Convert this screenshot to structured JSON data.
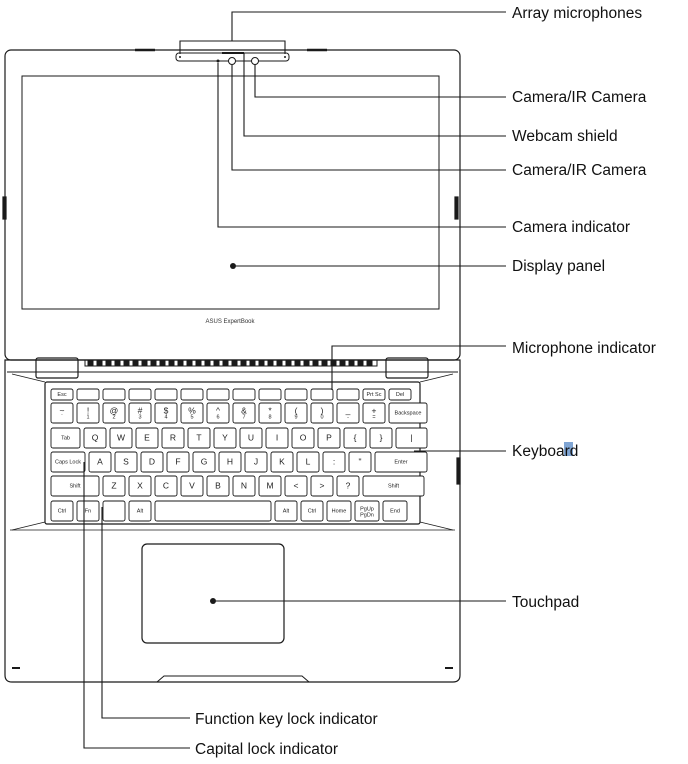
{
  "labels": {
    "array_microphones": "Array microphones",
    "camera_ir_top": "Camera/IR Camera",
    "webcam_shield": "Webcam shield",
    "camera_ir_bottom": "Camera/IR Camera",
    "camera_indicator": "Camera indicator",
    "display_panel": "Display panel",
    "microphone_indicator": "Microphone indicator",
    "keyboard": "Keyboard",
    "touchpad": "Touchpad",
    "function_key_lock_indicator": "Function key lock indicator",
    "capital_lock_indicator": "Capital lock indicator"
  },
  "brand": "ASUS ExpertBook",
  "keyboard": {
    "row_fn": [
      "Esc",
      "",
      "",
      "",
      "",
      "",
      "",
      "",
      "",
      "",
      "",
      "",
      "Prt Sc",
      "Del"
    ],
    "row_num": [
      "~",
      "!",
      "@",
      "#",
      "$",
      "%",
      "^",
      "&",
      "*",
      "(",
      ")",
      "_",
      "+",
      "Backspace"
    ],
    "row_num_lower": [
      "`",
      "1",
      "2",
      "3",
      "4",
      "5",
      "6",
      "7",
      "8",
      "9",
      "0",
      "-",
      "=",
      ""
    ],
    "row_q": [
      "Tab",
      "Q",
      "W",
      "E",
      "R",
      "T",
      "Y",
      "U",
      "I",
      "O",
      "P",
      "{",
      "}",
      "|"
    ],
    "row_a": [
      "Caps Lock",
      "A",
      "S",
      "D",
      "F",
      "G",
      "H",
      "J",
      "K",
      "L",
      ":",
      "\"",
      "Enter"
    ],
    "row_z": [
      "Shift",
      "Z",
      "X",
      "C",
      "V",
      "B",
      "N",
      "M",
      "<",
      ">",
      "?",
      "Shift"
    ],
    "row_bottom": [
      "Ctrl",
      "Fn",
      "",
      "Alt",
      "",
      "Alt",
      "Ctrl",
      "Home",
      "PgUp",
      "End"
    ],
    "row_bottom_sub": [
      "",
      "",
      "",
      "",
      "",
      "",
      "",
      "",
      "PgDn",
      ""
    ]
  }
}
